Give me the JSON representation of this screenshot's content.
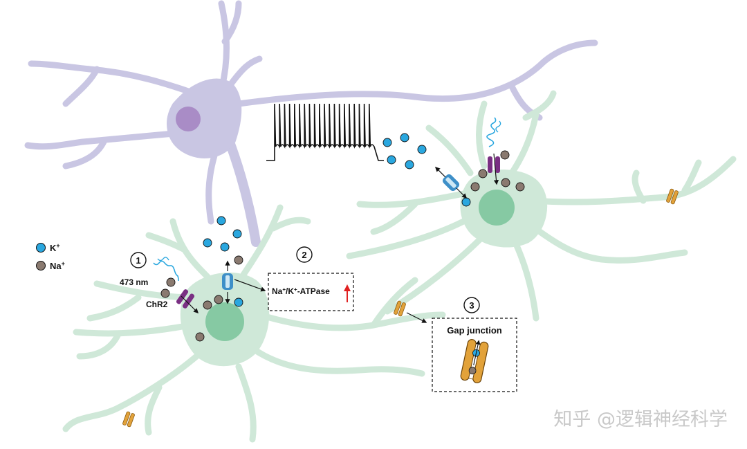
{
  "legend": {
    "k_label": "K",
    "k_sup": "+",
    "na_label": "Na",
    "na_sup": "+"
  },
  "markers": {
    "one": "1",
    "two": "2",
    "three": "3"
  },
  "labels": {
    "wavelength": "473 nm",
    "channel": "ChR2",
    "atpase_na": "Na",
    "atpase_sup1": "+",
    "atpase_slash": "/K",
    "atpase_sup2": "+",
    "atpase_rest": "-ATPase",
    "gap_junction": "Gap junction"
  },
  "watermark": "知乎 @逻辑神经科学",
  "colors": {
    "neuron": "#c9c6e3",
    "neuron_nucleus": "#a98cc6",
    "astrocyte": "#cfe8d8",
    "astrocyte_nucleus": "#86c9a3",
    "k_ion": "#2aa7df",
    "na_ion": "#8a7a70",
    "chr2": "#7a2f83",
    "pump": "#3e8fc8",
    "gap_junction": "#e2a23a",
    "up_arrow": "#e02020"
  }
}
